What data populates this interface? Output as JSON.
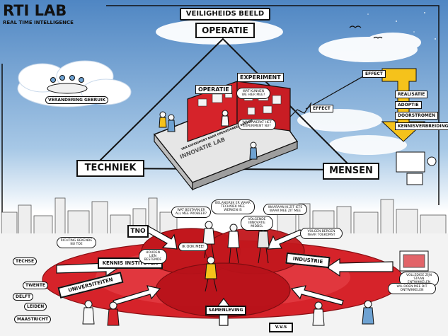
{
  "logo": {
    "title": "RTI LAB",
    "subtitle": "REAL TIME INTELLIGENCE"
  },
  "header": {
    "banner": "VEILIGHEIDS BEELD",
    "operatie": "OPERATIE"
  },
  "triangle": {
    "left": "TECHNIEK",
    "right": "MENSEN"
  },
  "platform": {
    "op_label": "OPERATIE",
    "exp_label": "EXPERIMENT",
    "effect_tag": "EFFECT",
    "bubble_top": "WAT KUNNEN WE HIER MEE?",
    "bubble_mid": "WAAR WERKT HET EXPERIMENT NU?",
    "base_text": "INNOVATIE LAB",
    "base_caption": "VAN EXPERIMENT NAAR OPERATIONEEL DENKEN"
  },
  "cloud": {
    "label": "VERANDERING GEBRUIK"
  },
  "effect_panel": {
    "tag": "EFFECT",
    "items": [
      "REALISATIE",
      "ADOPTIE",
      "DOORSTROMEN",
      "KENNISVERBREIDING"
    ]
  },
  "bottom": {
    "tno": "TNO",
    "kennis": "KENNIS INSTITUTEN",
    "universiteiten": "UNIVERSITEITEN",
    "industrie": "INDUSTRIE",
    "samenleving": "SAMENLEVING",
    "vvs": "V.V.S",
    "ik_ook": "IK OOK MEE!"
  },
  "left_items": [
    "TECHSE",
    "TWENTE",
    "DELFT",
    "LEIDEN",
    "MAASTRICHT"
  ],
  "bubbles": {
    "b1": "WAT BESTAAN ER ALL MEE PROBEER?",
    "b2": "BELANGRIJK ER WAAR TECHNIEK MEE WERKEN IS",
    "b3": "WAARAAN IK ZIT IETS WAAR MEE ZIT MEE",
    "b4": "RICHTING BEKENDE NU TOE",
    "b5": "VOLGENDE INNOVATIE MIDDEL",
    "b6": "VOLGEN BERGEN NAAR TOEKOMST",
    "b7": "HOUDEN LIEN BESTEMDE",
    "b8": "VOLLEDIGE ZIJN STAAN ENTWIKKELEN",
    "b9": "WIL DOEN MEE DIT ONTWIKKELEN"
  },
  "colors": {
    "red": "#d6232a",
    "dark_red": "#a8141a",
    "sky": "#6ea2d2",
    "yellow": "#f5c21b"
  }
}
